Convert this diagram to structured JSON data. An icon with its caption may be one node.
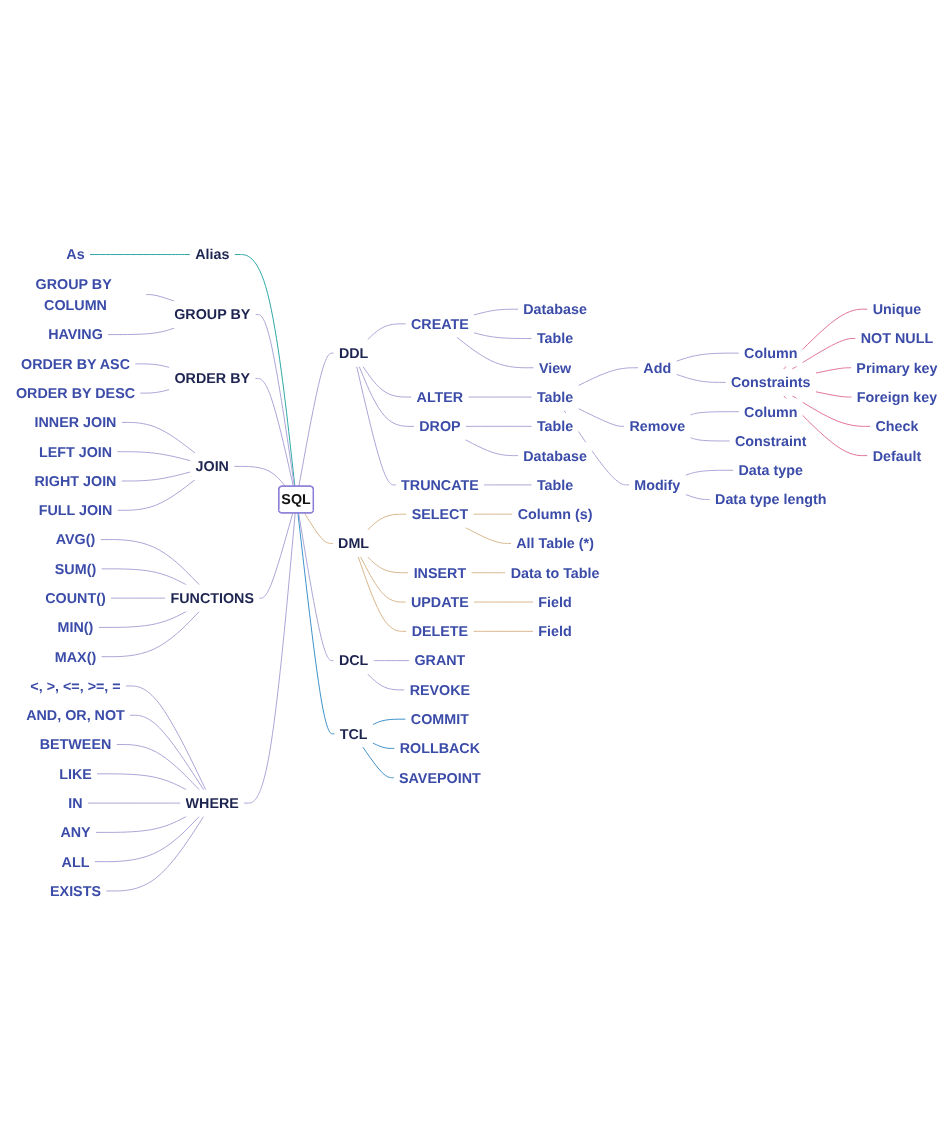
{
  "diagram": {
    "nodes": [
      {
        "text": [
          "SQL"
        ]
      },
      {
        "text": [
          "DDL"
        ]
      },
      {
        "text": [
          "CREATE"
        ]
      },
      {
        "text": [
          "Database"
        ]
      },
      {
        "text": [
          "Table"
        ]
      },
      {
        "text": [
          "View"
        ]
      },
      {
        "text": [
          "ALTER"
        ]
      },
      {
        "text": [
          "Table"
        ]
      },
      {
        "text": [
          "Add"
        ]
      },
      {
        "text": [
          "Column"
        ]
      },
      {
        "text": [
          "Constraints"
        ]
      },
      {
        "text": [
          "Unique"
        ]
      },
      {
        "text": [
          "NOT NULL"
        ]
      },
      {
        "text": [
          "Primary key"
        ]
      },
      {
        "text": [
          "Foreign key"
        ]
      },
      {
        "text": [
          "Check"
        ]
      },
      {
        "text": [
          "Default"
        ]
      },
      {
        "text": [
          "Remove"
        ]
      },
      {
        "text": [
          "Column"
        ]
      },
      {
        "text": [
          "Constraint"
        ]
      },
      {
        "text": [
          "Modify"
        ]
      },
      {
        "text": [
          "Data type"
        ]
      },
      {
        "text": [
          "Data type length"
        ]
      },
      {
        "text": [
          "DROP"
        ]
      },
      {
        "text": [
          "Table"
        ]
      },
      {
        "text": [
          "Database"
        ]
      },
      {
        "text": [
          "TRUNCATE"
        ]
      },
      {
        "text": [
          "Table"
        ]
      },
      {
        "text": [
          "DML"
        ]
      },
      {
        "text": [
          "SELECT"
        ]
      },
      {
        "text": [
          "Column (s)"
        ]
      },
      {
        "text": [
          "All Table (*)"
        ]
      },
      {
        "text": [
          "INSERT"
        ]
      },
      {
        "text": [
          "Data to Table"
        ]
      },
      {
        "text": [
          "UPDATE"
        ]
      },
      {
        "text": [
          "Field"
        ]
      },
      {
        "text": [
          "DELETE"
        ]
      },
      {
        "text": [
          "Field"
        ]
      },
      {
        "text": [
          "DCL"
        ]
      },
      {
        "text": [
          "GRANT"
        ]
      },
      {
        "text": [
          "REVOKE"
        ]
      },
      {
        "text": [
          "TCL"
        ]
      },
      {
        "text": [
          "COMMIT"
        ]
      },
      {
        "text": [
          "ROLLBACK"
        ]
      },
      {
        "text": [
          "SAVEPOINT"
        ]
      },
      {
        "text": [
          "Alias"
        ]
      },
      {
        "text": [
          "As"
        ]
      },
      {
        "text": [
          "GROUP BY"
        ]
      },
      {
        "text": [
          "GROUP BY COLUMN"
        ]
      },
      {
        "text": [
          "HAVING"
        ]
      },
      {
        "text": [
          "ORDER BY"
        ]
      },
      {
        "text": [
          "ORDER BY ASC"
        ]
      },
      {
        "text": [
          "ORDER BY DESC"
        ]
      },
      {
        "text": [
          "JOIN"
        ]
      },
      {
        "text": [
          "INNER JOIN"
        ]
      },
      {
        "text": [
          "LEFT JOIN"
        ]
      },
      {
        "text": [
          "RIGHT JOIN"
        ]
      },
      {
        "text": [
          "FULL JOIN"
        ]
      },
      {
        "text": [
          "FUNCTIONS"
        ]
      },
      {
        "text": [
          "AVG()"
        ]
      },
      {
        "text": [
          "SUM()"
        ]
      },
      {
        "text": [
          "COUNT()"
        ]
      },
      {
        "text": [
          "MIN()"
        ]
      },
      {
        "text": [
          "MAX()"
        ]
      },
      {
        "text": [
          "WHERE"
        ]
      },
      {
        "text": [
          "<, >, <=, >=, ="
        ]
      },
      {
        "text": [
          "AND, OR, NOT"
        ]
      },
      {
        "text": [
          "BETWEEN"
        ]
      },
      {
        "text": [
          "LIKE"
        ]
      },
      {
        "text": [
          "IN"
        ]
      },
      {
        "text": [
          "ANY"
        ]
      },
      {
        "text": [
          "ALL"
        ]
      },
      {
        "text": [
          "EXISTS"
        ]
      }
    ],
    "edges": [
      {
        "from": 0,
        "to": 1,
        "arrow": "none"
      },
      {
        "from": 1,
        "to": 2,
        "arrow": "none"
      },
      {
        "from": 2,
        "to": 3,
        "arrow": "none"
      },
      {
        "from": 2,
        "to": 4,
        "arrow": "none"
      },
      {
        "from": 2,
        "to": 5,
        "arrow": "none"
      },
      {
        "from": 1,
        "to": 6,
        "arrow": "none"
      },
      {
        "from": 6,
        "to": 7,
        "arrow": "none"
      },
      {
        "from": 7,
        "to": 8,
        "arrow": "none"
      },
      {
        "from": 8,
        "to": 9,
        "arrow": "none"
      },
      {
        "from": 8,
        "to": 10,
        "arrow": "none"
      },
      {
        "from": 10,
        "to": 11,
        "arrow": "none",
        "color": "#e0709a"
      },
      {
        "from": 10,
        "to": 12,
        "arrow": "none",
        "color": "#e0709a"
      },
      {
        "from": 10,
        "to": 13,
        "arrow": "none",
        "color": "#e0709a"
      },
      {
        "from": 10,
        "to": 14,
        "arrow": "none",
        "color": "#e0709a"
      },
      {
        "from": 10,
        "to": 15,
        "arrow": "none",
        "color": "#e0709a"
      },
      {
        "from": 10,
        "to": 16,
        "arrow": "none",
        "color": "#e0709a"
      },
      {
        "from": 7,
        "to": 17,
        "arrow": "none"
      },
      {
        "from": 17,
        "to": 18,
        "arrow": "none"
      },
      {
        "from": 17,
        "to": 19,
        "arrow": "none"
      },
      {
        "from": 7,
        "to": 20,
        "arrow": "none"
      },
      {
        "from": 20,
        "to": 21,
        "arrow": "none"
      },
      {
        "from": 20,
        "to": 22,
        "arrow": "none"
      },
      {
        "from": 1,
        "to": 23,
        "arrow": "none"
      },
      {
        "from": 23,
        "to": 24,
        "arrow": "none"
      },
      {
        "from": 23,
        "to": 25,
        "arrow": "none"
      },
      {
        "from": 1,
        "to": 26,
        "arrow": "none"
      },
      {
        "from": 26,
        "to": 27,
        "arrow": "none"
      },
      {
        "from": 0,
        "to": 28,
        "arrow": "none",
        "color": "#d8b48a"
      },
      {
        "from": 28,
        "to": 29,
        "arrow": "none",
        "color": "#d8b48a"
      },
      {
        "from": 29,
        "to": 30,
        "arrow": "none",
        "color": "#d8b48a"
      },
      {
        "from": 29,
        "to": 31,
        "arrow": "none",
        "color": "#d8b48a"
      },
      {
        "from": 28,
        "to": 32,
        "arrow": "none",
        "color": "#d8b48a"
      },
      {
        "from": 32,
        "to": 33,
        "arrow": "none",
        "color": "#d8b48a"
      },
      {
        "from": 28,
        "to": 34,
        "arrow": "none",
        "color": "#d8b48a"
      },
      {
        "from": 34,
        "to": 35,
        "arrow": "none",
        "color": "#d8b48a"
      },
      {
        "from": 28,
        "to": 36,
        "arrow": "none",
        "color": "#d8b48a"
      },
      {
        "from": 36,
        "to": 37,
        "arrow": "none",
        "color": "#d8b48a"
      },
      {
        "from": 0,
        "to": 38,
        "arrow": "none"
      },
      {
        "from": 38,
        "to": 39,
        "arrow": "none"
      },
      {
        "from": 38,
        "to": 40,
        "arrow": "none"
      },
      {
        "from": 0,
        "to": 41,
        "arrow": "none",
        "color": "#3a8fc8"
      },
      {
        "from": 41,
        "to": 42,
        "arrow": "none",
        "color": "#3a8fc8"
      },
      {
        "from": 41,
        "to": 43,
        "arrow": "none",
        "color": "#3a8fc8"
      },
      {
        "from": 41,
        "to": 44,
        "arrow": "none",
        "color": "#3a8fc8"
      },
      {
        "from": 0,
        "to": 45,
        "arrow": "none",
        "color": "#2aa6a6"
      },
      {
        "from": 45,
        "to": 46,
        "arrow": "none",
        "color": "#2aa6a6"
      },
      {
        "from": 0,
        "to": 47,
        "arrow": "none"
      },
      {
        "from": 47,
        "to": 48,
        "arrow": "none"
      },
      {
        "from": 47,
        "to": 49,
        "arrow": "none"
      },
      {
        "from": 0,
        "to": 50,
        "arrow": "none"
      },
      {
        "from": 50,
        "to": 51,
        "arrow": "none"
      },
      {
        "from": 50,
        "to": 52,
        "arrow": "none"
      },
      {
        "from": 0,
        "to": 53,
        "arrow": "none"
      },
      {
        "from": 53,
        "to": 54,
        "arrow": "none"
      },
      {
        "from": 53,
        "to": 55,
        "arrow": "none"
      },
      {
        "from": 53,
        "to": 56,
        "arrow": "none"
      },
      {
        "from": 53,
        "to": 57,
        "arrow": "none"
      },
      {
        "from": 0,
        "to": 58,
        "arrow": "none"
      },
      {
        "from": 58,
        "to": 59,
        "arrow": "none"
      },
      {
        "from": 58,
        "to": 60,
        "arrow": "none"
      },
      {
        "from": 58,
        "to": 61,
        "arrow": "none"
      },
      {
        "from": 58,
        "to": 62,
        "arrow": "none"
      },
      {
        "from": 58,
        "to": 63,
        "arrow": "none"
      },
      {
        "from": 0,
        "to": 64,
        "arrow": "none"
      },
      {
        "from": 64,
        "to": 65,
        "arrow": "none"
      },
      {
        "from": 64,
        "to": 66,
        "arrow": "none"
      },
      {
        "from": 64,
        "to": 67,
        "arrow": "none"
      },
      {
        "from": 64,
        "to": 68,
        "arrow": "none"
      },
      {
        "from": 64,
        "to": 69,
        "arrow": "none"
      },
      {
        "from": 64,
        "to": 70,
        "arrow": "none"
      },
      {
        "from": 64,
        "to": 71,
        "arrow": "none"
      },
      {
        "from": 64,
        "to": 72,
        "arrow": "none"
      }
    ]
  }
}
